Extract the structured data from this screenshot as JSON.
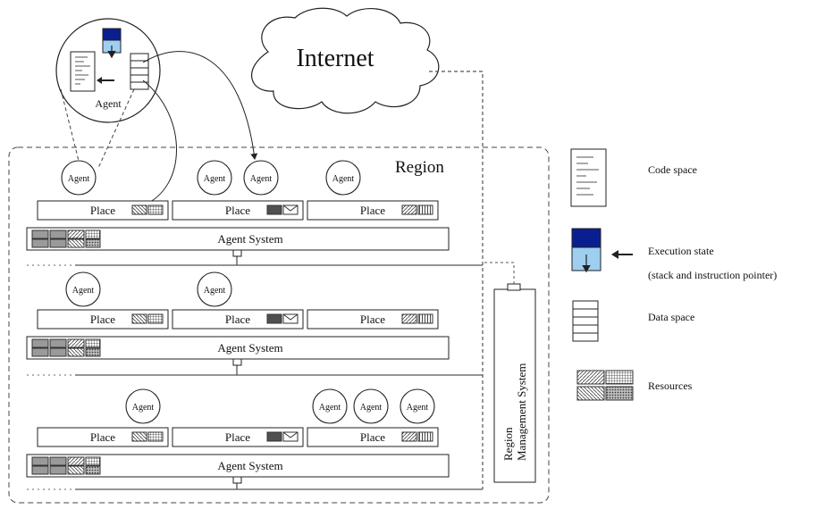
{
  "internet_label": "Internet",
  "region_label": "Region",
  "agent_label": "Agent",
  "agent_circle_label": "Agent",
  "place_label": "Place",
  "agent_system_label": "Agent System",
  "rms_label_line1": "Region",
  "rms_label_line2": "Management System",
  "legend": {
    "code_space": "Code space",
    "execution_state": "Execution state",
    "execution_state_sub": "(stack and instruction pointer)",
    "data_space": "Data space",
    "resources": "Resources"
  },
  "colors": {
    "stack_top": "#0a1f8f",
    "stack_bottom": "#9ecff0",
    "place_dark": "#505050",
    "system_gray": "#9a9a9a",
    "line": "#222222",
    "dashed": "#555555"
  },
  "icons": {
    "cloud": "cloud-icon",
    "code": "document-icon",
    "stack": "stack-icon",
    "data": "table-icon",
    "resources": "hatch-pattern-icon"
  }
}
